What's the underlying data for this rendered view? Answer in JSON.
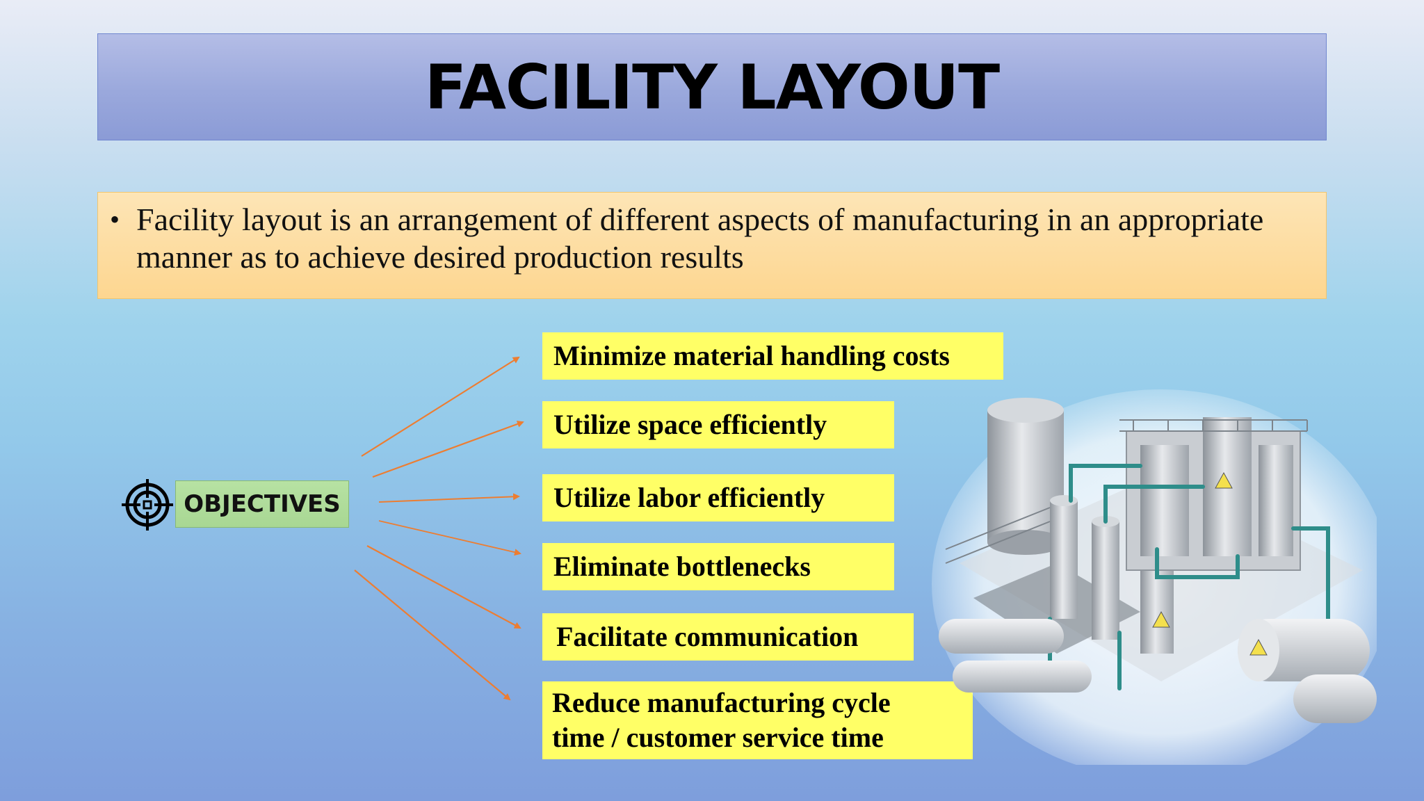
{
  "slide": {
    "title": "FACILITY LAYOUT",
    "definition": {
      "bullet": "•",
      "text": "Facility layout is an arrangement of different aspects of manufacturing in an appropriate manner as to achieve desired production results"
    },
    "hub": {
      "label": "OBJECTIVES",
      "icon": "crosshair-target-icon"
    },
    "objectives": [
      "Minimize material handling costs",
      "Utilize space efficiently",
      "Utilize labor efficiently",
      "Eliminate bottlenecks",
      "Facilitate communication",
      "Reduce manufacturing cycle time / customer service time"
    ],
    "illustration": "industrial-plant-icon"
  },
  "colors": {
    "title_fill": "#9aa8dc",
    "definition_fill": "#fdd690",
    "hub_fill": "#a8d793",
    "objective_fill": "#ffff66",
    "arrow": "#ed7d31"
  }
}
